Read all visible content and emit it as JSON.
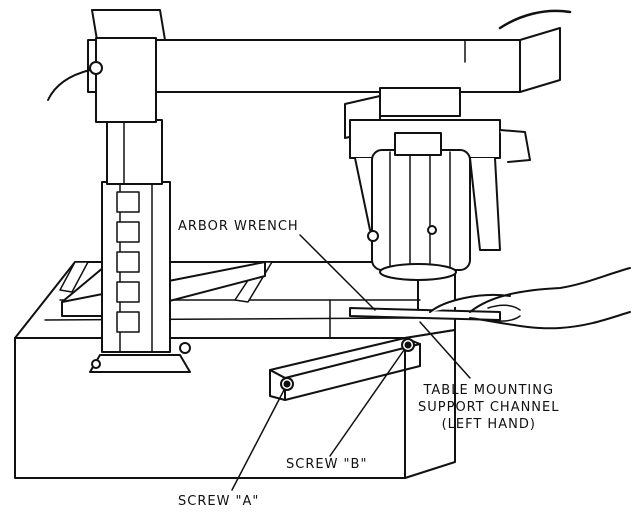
{
  "labels": {
    "arbor_wrench": "ARBOR WRENCH",
    "table_channel": [
      "TABLE MOUNTING",
      "SUPPORT CHANNEL",
      "(LEFT HAND)"
    ],
    "screw_b": "SCREW \"B\"",
    "screw_a": "SCREW \"A\""
  },
  "colors": {
    "ink": "#111111",
    "paper": "#ffffff"
  }
}
